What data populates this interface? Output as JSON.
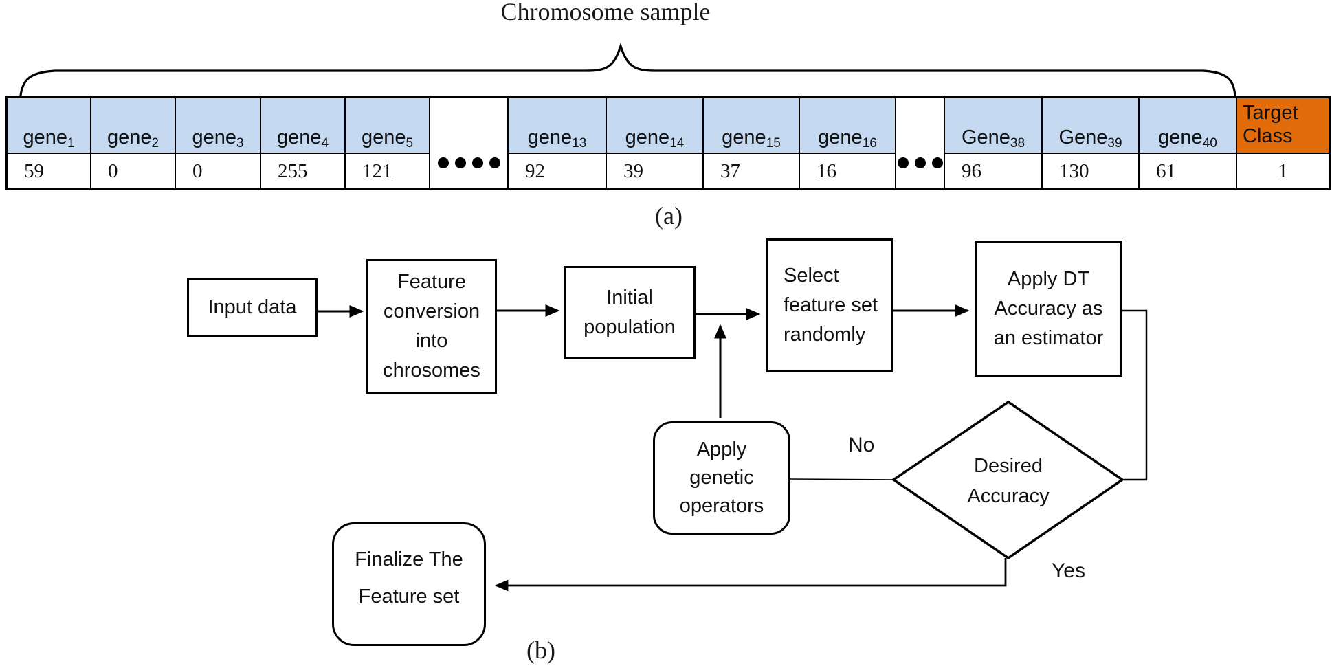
{
  "panel_a": {
    "label": "(a)",
    "title": "Chromosome sample",
    "colors": {
      "header_bg": "#c5d9f1",
      "target_bg": "#e26b0a",
      "border": "#000000"
    },
    "columns": [
      {
        "kind": "gene",
        "base": "gene",
        "sub": "1",
        "value": "59"
      },
      {
        "kind": "gene",
        "base": "gene",
        "sub": "2",
        "value": "0"
      },
      {
        "kind": "gene",
        "base": "gene",
        "sub": "3",
        "value": "0"
      },
      {
        "kind": "gene",
        "base": "gene",
        "sub": "4",
        "value": "255"
      },
      {
        "kind": "gene",
        "base": "gene",
        "sub": "5",
        "value": "121"
      },
      {
        "kind": "gap",
        "dots": 4
      },
      {
        "kind": "gene",
        "base": "gene",
        "sub": "13",
        "value": "92"
      },
      {
        "kind": "gene",
        "base": "gene",
        "sub": "14",
        "value": "39"
      },
      {
        "kind": "gene",
        "base": "gene",
        "sub": "15",
        "value": "37"
      },
      {
        "kind": "gene",
        "base": "gene",
        "sub": "16",
        "value": "16"
      },
      {
        "kind": "gap",
        "dots": 3
      },
      {
        "kind": "gene",
        "base": "Gene",
        "sub": "38",
        "value": "96"
      },
      {
        "kind": "gene",
        "base": "Gene",
        "sub": "39",
        "value": "130"
      },
      {
        "kind": "gene",
        "base": "gene",
        "sub": "40",
        "value": "61"
      },
      {
        "kind": "target",
        "label": [
          "Target",
          "Class"
        ],
        "value": "1"
      }
    ]
  },
  "panel_b": {
    "label": "(b)",
    "nodes": [
      {
        "id": "input-data",
        "shape": "rect",
        "lines": [
          "Input data"
        ]
      },
      {
        "id": "feature-conversion",
        "shape": "rect",
        "lines": [
          "Feature",
          "conversion",
          "into",
          "chrosomes"
        ]
      },
      {
        "id": "initial-population",
        "shape": "rect",
        "lines": [
          "Initial",
          "population"
        ]
      },
      {
        "id": "select-feature-set",
        "shape": "rect",
        "lines": [
          "Select",
          "feature set",
          "randomly"
        ]
      },
      {
        "id": "apply-dt-accuracy",
        "shape": "rect",
        "lines": [
          "Apply DT",
          "Accuracy as",
          "an estimator"
        ]
      },
      {
        "id": "apply-genetic-operators",
        "shape": "rounded",
        "lines": [
          "Apply",
          "genetic",
          "operators"
        ]
      },
      {
        "id": "desired-accuracy",
        "shape": "diamond",
        "lines": [
          "Desired",
          "Accuracy"
        ]
      },
      {
        "id": "finalize-feature-set",
        "shape": "rounded",
        "lines": [
          "Finalize The",
          "Feature set"
        ]
      }
    ],
    "edge_labels": {
      "no": "No",
      "yes": "Yes"
    }
  }
}
